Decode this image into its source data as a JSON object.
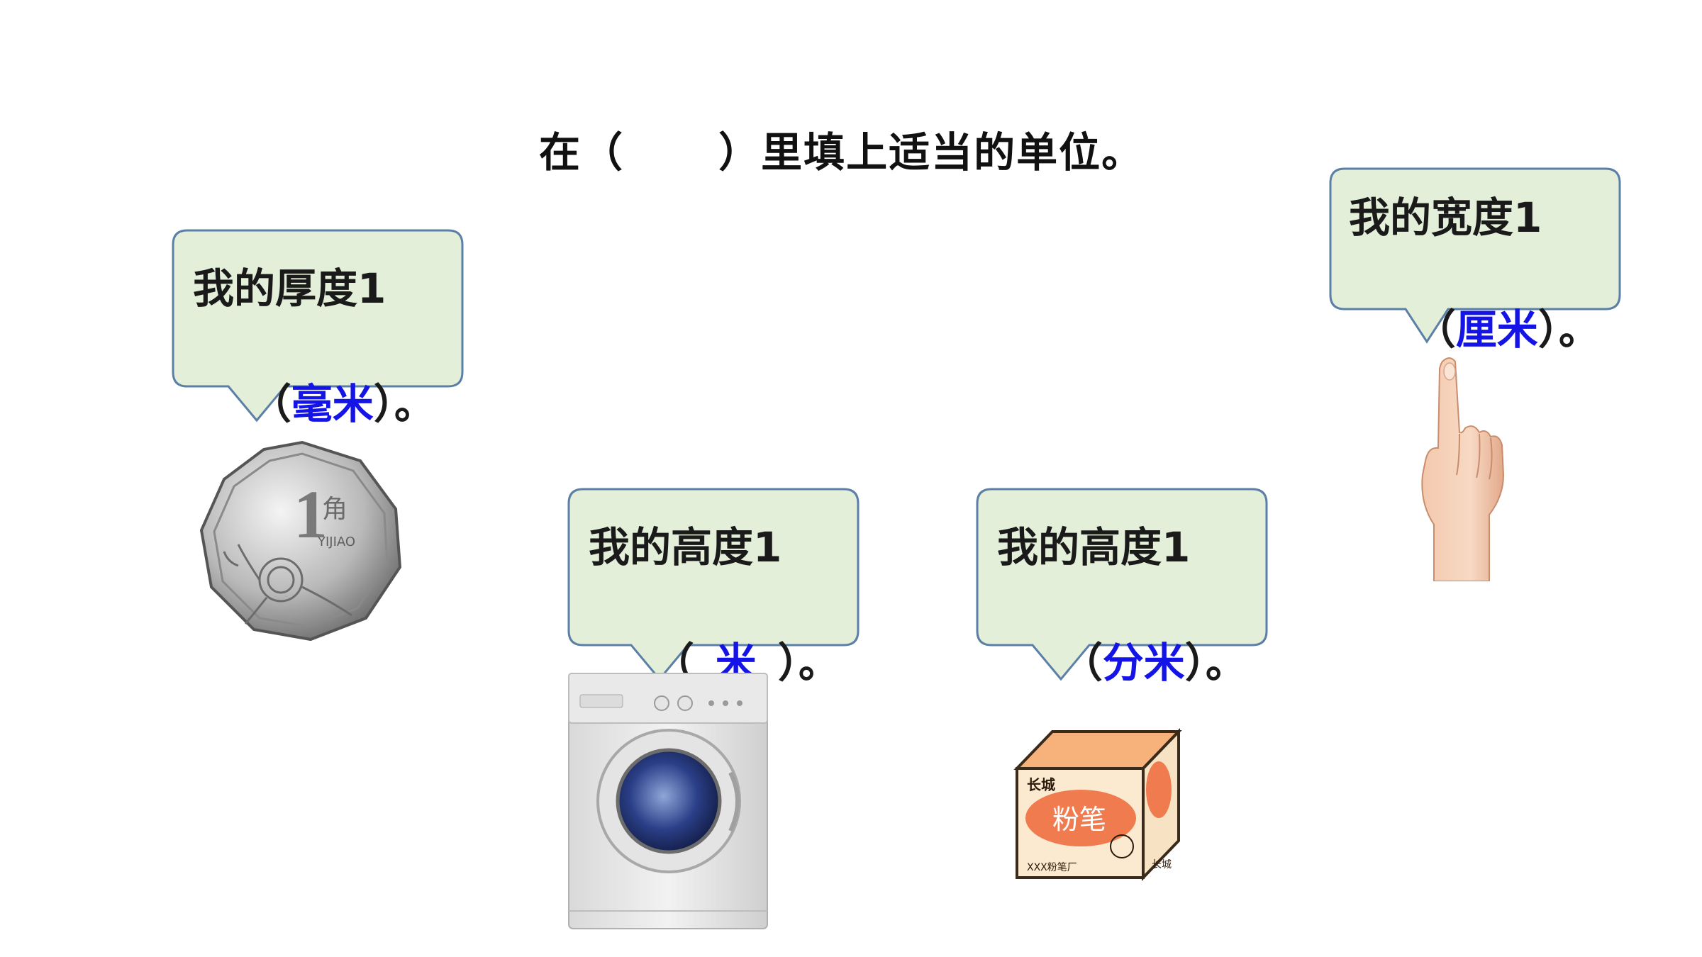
{
  "title": "在（      ）里填上适当的单位。",
  "bubbles": [
    {
      "prompt": "我的厚度1",
      "open": "（",
      "answer": "毫米",
      "close": "）。"
    },
    {
      "prompt": "我的高度1",
      "open": "（",
      "answer": "米",
      "close": "）。"
    },
    {
      "prompt": "我的高度1",
      "open": "（",
      "answer": "分米",
      "close": "）。"
    },
    {
      "prompt": "我的宽度1",
      "open": "（",
      "answer": "厘米",
      "close": "）。"
    }
  ],
  "coin": {
    "numeral": "1",
    "char": "角",
    "text": "YIJIAO"
  },
  "chalk_box": {
    "brand": "长城",
    "label": "粉笔",
    "maker": "XXX粉笔厂",
    "side": "长城"
  },
  "colors": {
    "bubble_fill": "#e3efd9",
    "bubble_stroke": "#5b7fa6",
    "answer": "#1414e6"
  }
}
